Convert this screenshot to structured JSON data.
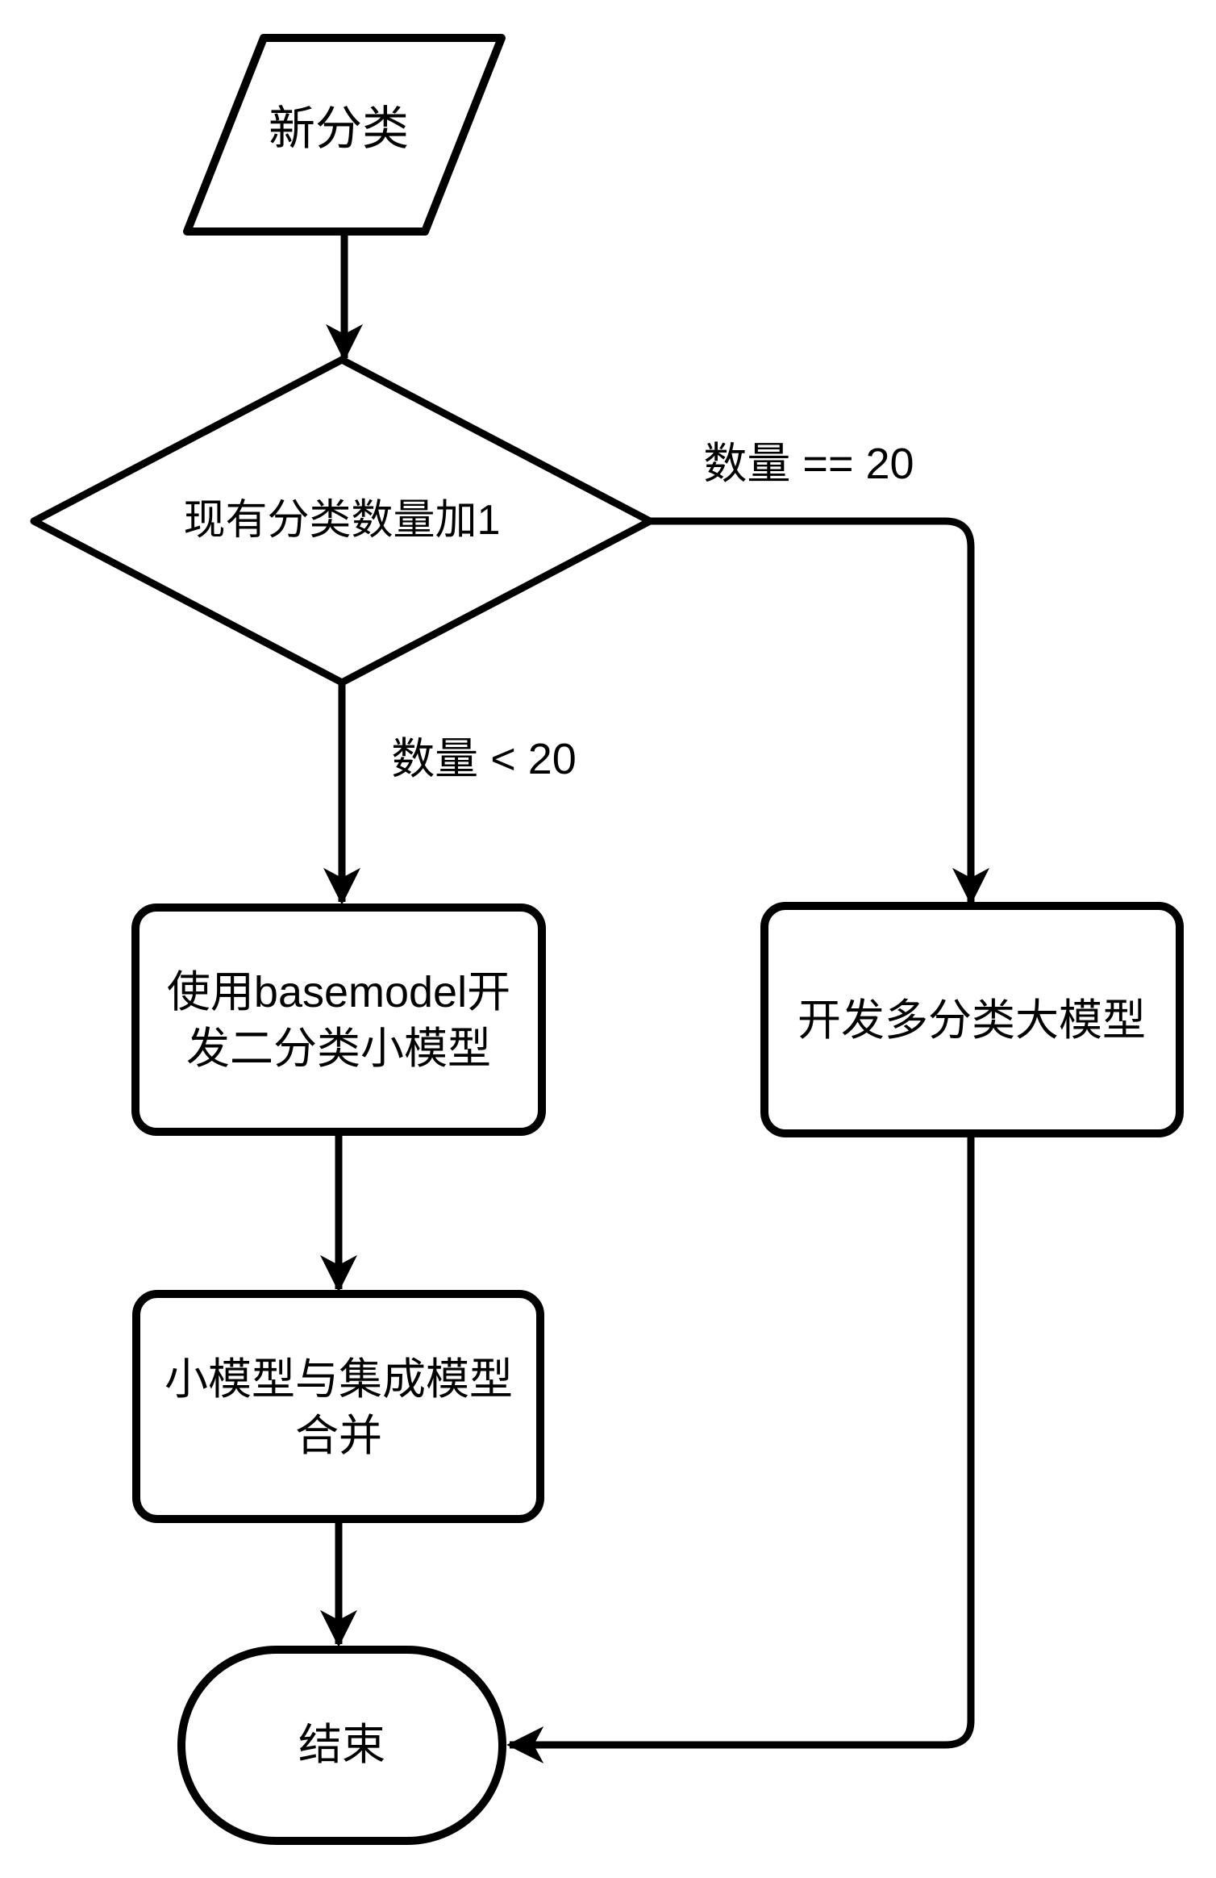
{
  "page": {
    "background": "#ffffff"
  },
  "diagram": {
    "type": "flowchart",
    "stroke_color": "#000000",
    "text_color": "#000000",
    "nodes": {
      "start": {
        "type": "parallelogram",
        "label": "新分类"
      },
      "decision": {
        "type": "diamond",
        "label": "现有分类数量加1"
      },
      "develop_small_model": {
        "type": "process",
        "label": "使用basemodel开发二分类小模型"
      },
      "merge_models": {
        "type": "process",
        "label": "小模型与集成模型合并"
      },
      "develop_large_model": {
        "type": "process",
        "label": "开发多分类大模型"
      },
      "end": {
        "type": "terminator",
        "label": "结束"
      }
    },
    "edge_labels": {
      "count_equals_20": "数量 == 20",
      "count_less_than_20": "数量 < 20"
    },
    "edges": [
      {
        "from": "start",
        "to": "decision"
      },
      {
        "from": "decision",
        "to": "develop_small_model",
        "label": "数量 < 20"
      },
      {
        "from": "decision",
        "to": "develop_large_model",
        "label": "数量 == 20"
      },
      {
        "from": "develop_small_model",
        "to": "merge_models"
      },
      {
        "from": "merge_models",
        "to": "end"
      },
      {
        "from": "develop_large_model",
        "to": "end"
      }
    ]
  }
}
